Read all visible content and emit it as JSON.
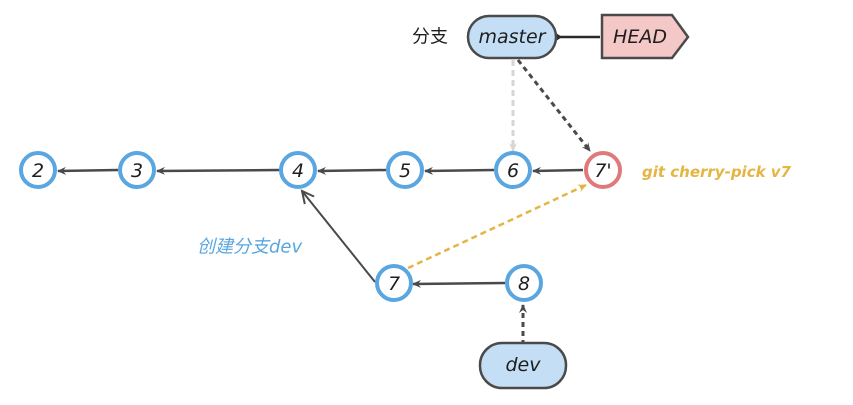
{
  "colors": {
    "commit_stroke": "#5aa6e0",
    "cherry_stroke": "#e07a7a",
    "branch_fill": "#c4dff5",
    "head_fill": "#f5c8c8",
    "edge": "#4a4a4a",
    "faded_edge": "#d6d6d6",
    "cherry_edge": "#e5b544",
    "blue_label": "#5aa6e0"
  },
  "commits": [
    {
      "id": "c2",
      "label": "2"
    },
    {
      "id": "c3",
      "label": "3"
    },
    {
      "id": "c4",
      "label": "4"
    },
    {
      "id": "c5",
      "label": "5"
    },
    {
      "id": "c6",
      "label": "6"
    },
    {
      "id": "c7p",
      "label": "7'"
    },
    {
      "id": "c7",
      "label": "7"
    },
    {
      "id": "c8",
      "label": "8"
    }
  ],
  "branches": {
    "master": "master",
    "dev": "dev",
    "head": "HEAD",
    "branch_prefix": "分支"
  },
  "annotations": {
    "cherry_pick": "git cherry-pick v7",
    "create_branch": "创建分支dev"
  }
}
